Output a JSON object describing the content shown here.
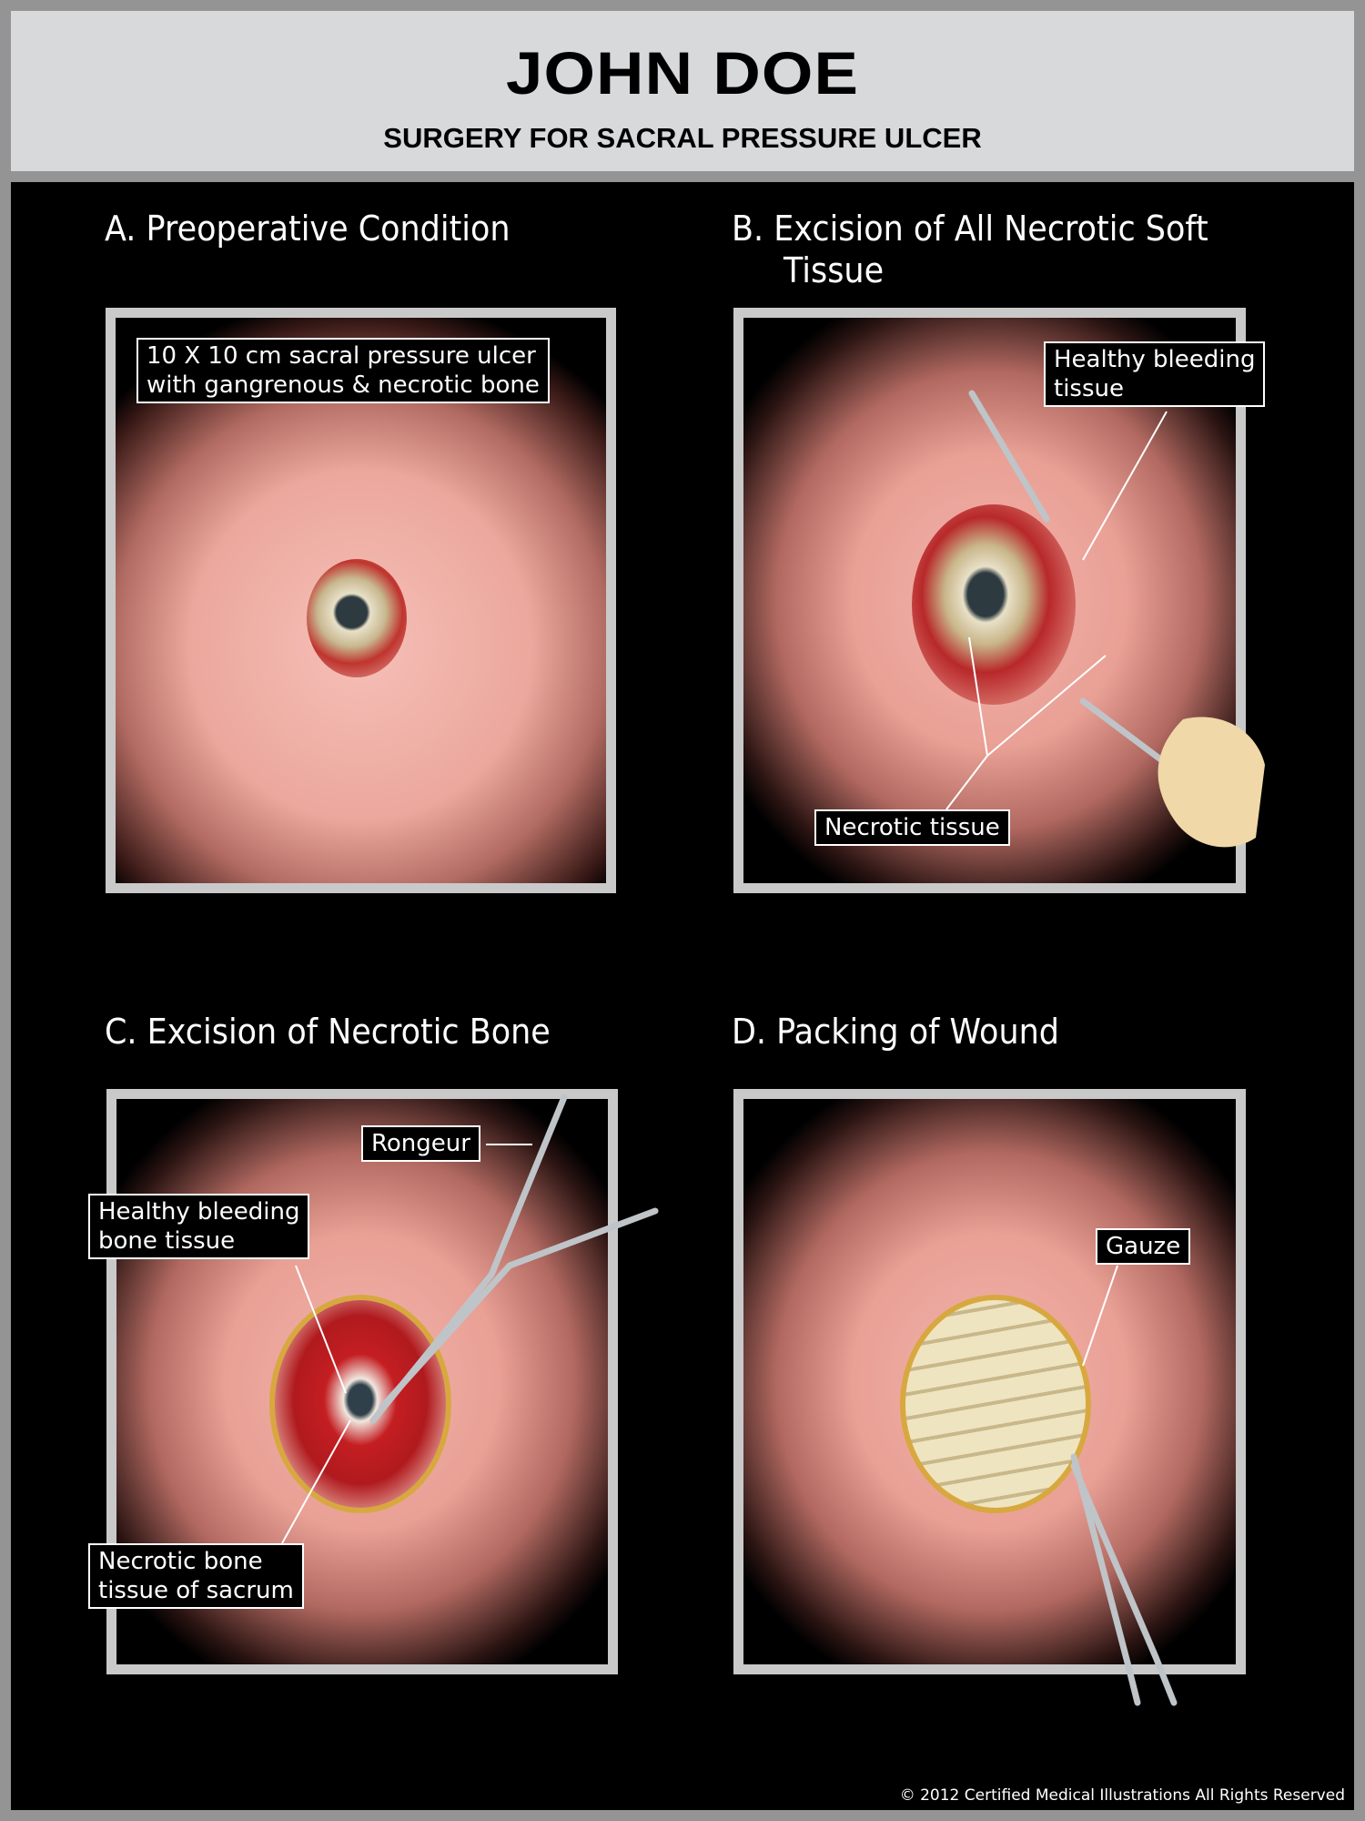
{
  "header": {
    "title": "JOHN DOE",
    "subtitle": "SURGERY FOR SACRAL PRESSURE ULCER"
  },
  "panels": {
    "a": {
      "heading": "A.  Preoperative Condition",
      "labels": {
        "ulcer_line1": "10 X 10 cm sacral pressure ulcer",
        "ulcer_line2": "with gangrenous & necrotic bone"
      }
    },
    "b": {
      "heading_line1": "B.  Excision of All Necrotic Soft",
      "heading_line2": "Tissue",
      "labels": {
        "healthy_line1": "Healthy bleeding",
        "healthy_line2": "tissue",
        "necrotic": "Necrotic tissue"
      }
    },
    "c": {
      "heading": "C.  Excision of Necrotic Bone",
      "labels": {
        "rongeur": "Rongeur",
        "healthy_line1": "Healthy bleeding",
        "healthy_line2": "bone tissue",
        "necrotic_line1": "Necrotic bone",
        "necrotic_line2": "tissue of sacrum"
      }
    },
    "d": {
      "heading": "D.  Packing of Wound",
      "labels": {
        "gauze": "Gauze"
      }
    }
  },
  "footer": {
    "copyright": "© 2012 Certified Medical Illustrations All Rights Reserved"
  }
}
